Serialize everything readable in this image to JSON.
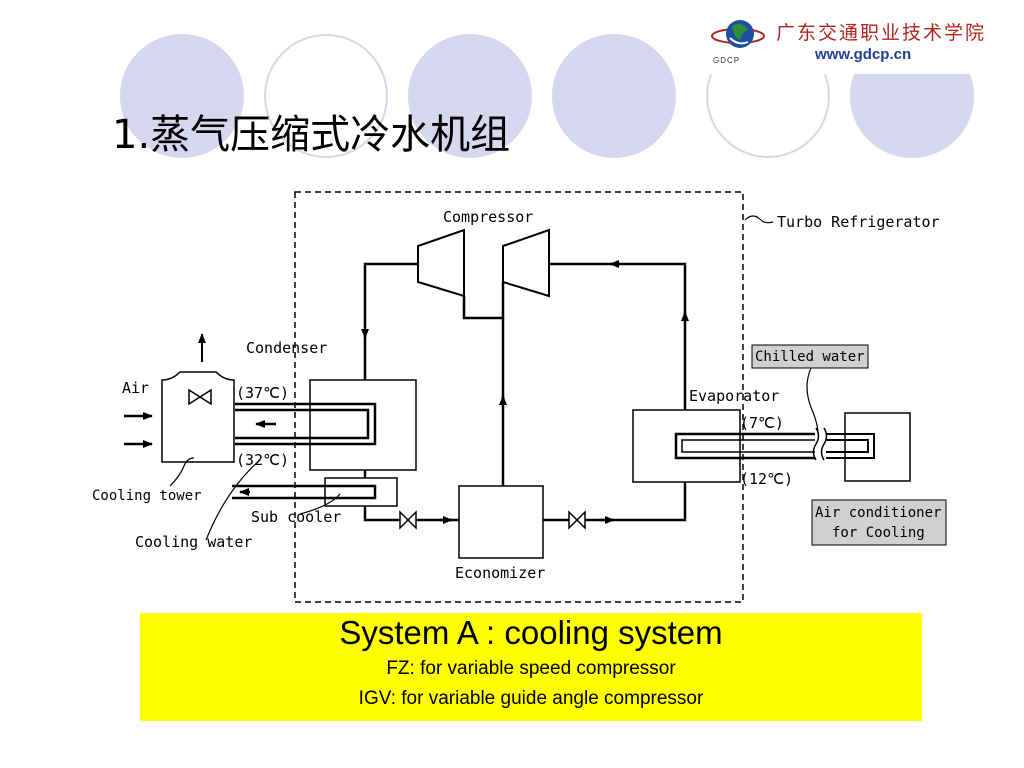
{
  "slide": {
    "title": "1.蒸气压缩式冷水机组"
  },
  "logo": {
    "name_cn": "广东交通职业技术学院",
    "url": "www.gdcp.cn",
    "abbr": "GDCP"
  },
  "diagram": {
    "labels": {
      "compressor": "Compressor",
      "turbo_refrigerator": "Turbo Refrigerator",
      "condenser": "Condenser",
      "chilled_water": "Chilled water",
      "air": "Air",
      "temp_37": "(37℃)",
      "temp_32": "(32℃)",
      "evaporator": "Evaporator",
      "temp_7": "(7℃)",
      "temp_12": "(12℃)",
      "cooling_tower": "Cooling tower",
      "sub_cooler": "Sub cooler",
      "cooling_water": "Cooling water",
      "economizer": "Economizer",
      "air_conditioner_line1": "Air conditioner",
      "air_conditioner_line2": "for Cooling"
    }
  },
  "caption": {
    "title": "System A : cooling system",
    "line1": "FZ: for variable speed compressor",
    "line2": "IGV: for variable guide angle compressor"
  },
  "colors": {
    "circle": "#d6d6ee",
    "highlight": "#ffff00",
    "label_box": "#d0d0d0"
  }
}
